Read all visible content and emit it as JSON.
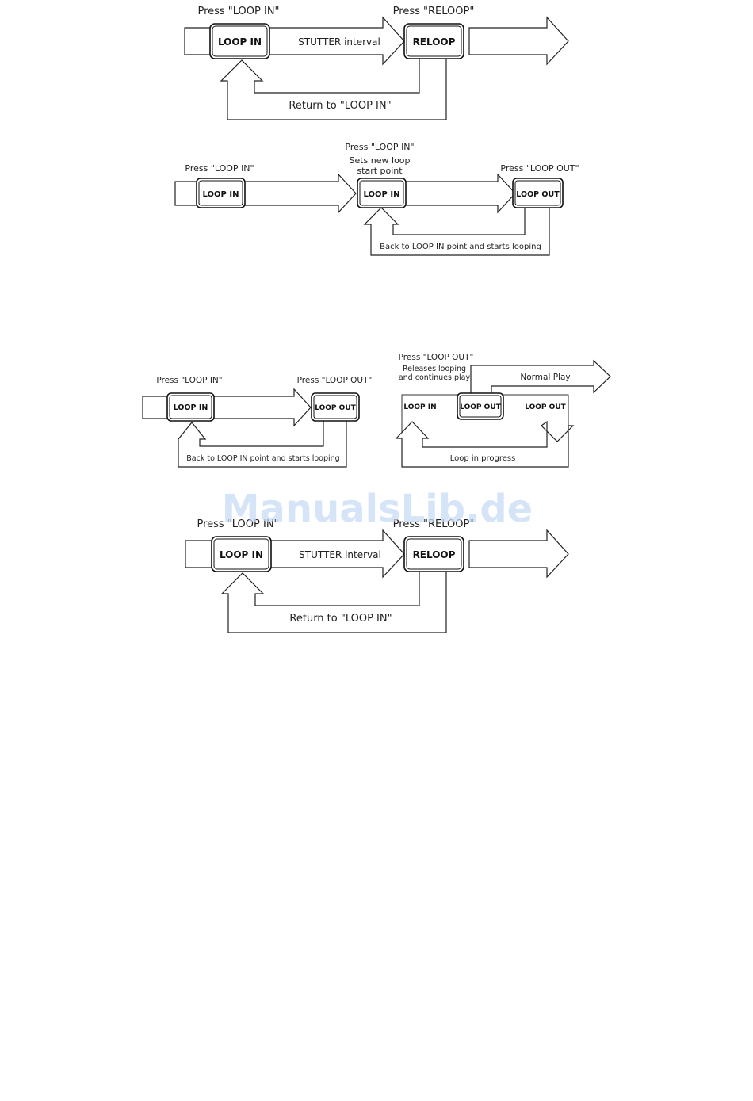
{
  "watermark": {
    "text": "ManualsLib.de",
    "color": "#c9dcf5"
  },
  "diagrams": [
    {
      "id": "stutter-top",
      "labels": {
        "press_loop_in": "Press \"LOOP IN\"",
        "press_reloop": "Press \"RELOOP\"",
        "interval": "STUTTER interval",
        "return": "Return to \"LOOP IN\""
      },
      "buttons": {
        "loop_in": "LOOP IN",
        "reloop": "RELOOP"
      }
    },
    {
      "id": "new-loop-start",
      "labels": {
        "press_loop_in_1": "Press \"LOOP IN\"",
        "press_loop_in_2": "Press \"LOOP IN\"",
        "sets_new_1": "Sets new loop",
        "sets_new_2": "start point",
        "press_loop_out": "Press \"LOOP OUT\"",
        "back": "Back to LOOP IN point and starts looping"
      },
      "buttons": {
        "loop_in_1": "LOOP IN",
        "loop_in_2": "LOOP IN",
        "loop_out": "LOOP OUT"
      }
    },
    {
      "id": "loop-out-release",
      "labels": {
        "press_loop_in": "Press \"LOOP IN\"",
        "press_loop_out": "Press \"LOOP OUT\"",
        "back": "Back to LOOP IN point and starts looping",
        "press_loop_out_2": "Press \"LOOP OUT\"",
        "releases_1": "Releases looping",
        "releases_2": "and continues play",
        "normal_play": "Normal Play",
        "loop_in_text": "LOOP IN",
        "loop_out_text": "LOOP OUT",
        "progress": "Loop in progress"
      },
      "buttons": {
        "loop_in": "LOOP IN",
        "loop_out": "LOOP OUT",
        "loop_out_2": "LOOP OUT"
      }
    },
    {
      "id": "stutter-bottom",
      "labels": {
        "press_loop_in": "Press \"LOOP IN\"",
        "press_reloop": "Press \"RELOOP\"",
        "interval": "STUTTER interval",
        "return": "Return to \"LOOP IN\""
      },
      "buttons": {
        "loop_in": "LOOP IN",
        "reloop": "RELOOP"
      }
    }
  ]
}
